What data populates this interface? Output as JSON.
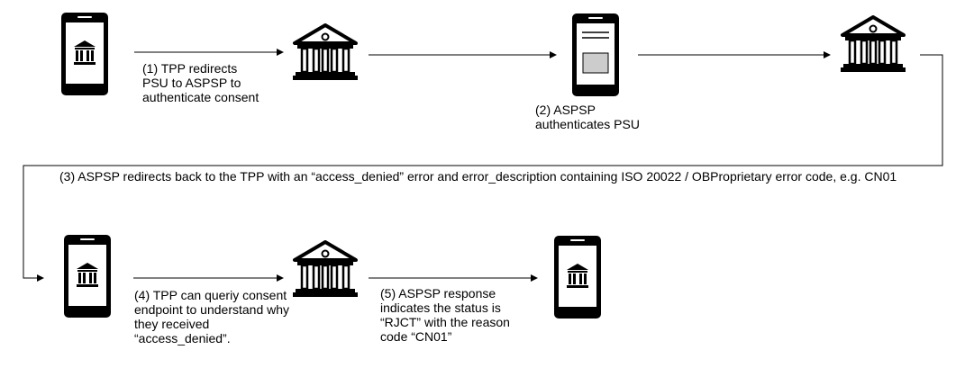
{
  "steps": {
    "step1": "(1) TPP redirects\nPSU to ASPSP to\nauthenticate consent",
    "step2": "(2) ASPSP\nauthenticates PSU",
    "step3": "(3) ASPSP redirects back to the TPP with an “access_denied” error and error_description containing ISO 20022 / OBProprietary error code, e.g. CN01",
    "step4": "(4) TPP can queriy consent\nendpoint to understand why\nthey received\n“access_denied”.",
    "step5": "(5) ASPSP response\nindicates the status is\n“RJCT” with the reason\ncode “CN01”"
  },
  "nodes": [
    {
      "id": "tpp-phone-1",
      "icon": "phone-with-bank-icon"
    },
    {
      "id": "aspsp-bank-1",
      "icon": "bank-icon"
    },
    {
      "id": "auth-phone",
      "icon": "phone-with-form-icon"
    },
    {
      "id": "aspsp-bank-2",
      "icon": "bank-icon"
    },
    {
      "id": "tpp-phone-2",
      "icon": "phone-with-bank-icon"
    },
    {
      "id": "aspsp-bank-3",
      "icon": "bank-icon"
    },
    {
      "id": "tpp-phone-3",
      "icon": "phone-with-bank-icon"
    }
  ],
  "colors": {
    "stroke": "#000000",
    "screen": "#ffffff",
    "form_box": "#cccccc"
  }
}
